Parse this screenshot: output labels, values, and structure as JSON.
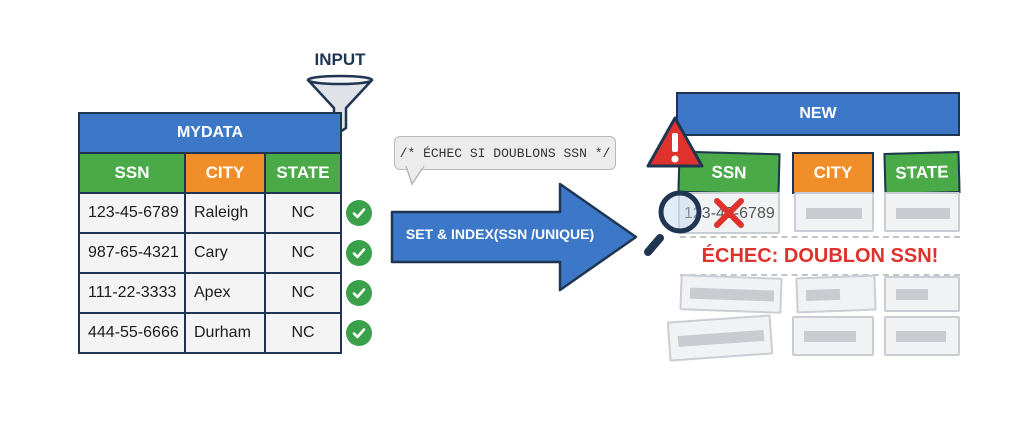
{
  "input_label": "INPUT",
  "source_table": {
    "title": "MYDATA",
    "columns": [
      "SSN",
      "CITY",
      "STATE"
    ],
    "rows": [
      [
        "123-45-6789",
        "Raleigh",
        "NC"
      ],
      [
        "987-65-4321",
        "Cary",
        "NC"
      ],
      [
        "111-22-3333",
        "Apex",
        "NC"
      ],
      [
        "444-55-6666",
        "Durham",
        "NC"
      ]
    ]
  },
  "comment": "/* ÉCHEC SI DOUBLONS SSN */",
  "arrow_label": "SET & INDEX(SSN /UNIQUE)",
  "target_table": {
    "title": "NEW",
    "columns": [
      "SSN",
      "CITY",
      "STATE"
    ],
    "ssn_value": "123-45-6789",
    "error_message": "ÉCHEC: DOUBLON SSN!"
  },
  "icons": [
    "funnel-icon",
    "check-icon",
    "warning-icon",
    "magnifier-icon",
    "x-icon"
  ],
  "colors": {
    "header_blue": "#3d78c8",
    "header_green": "#4aaa47",
    "header_orange": "#f08f2a",
    "check_green": "#3aa14a",
    "error_red": "#e0322d",
    "outline": "#1f3552"
  }
}
